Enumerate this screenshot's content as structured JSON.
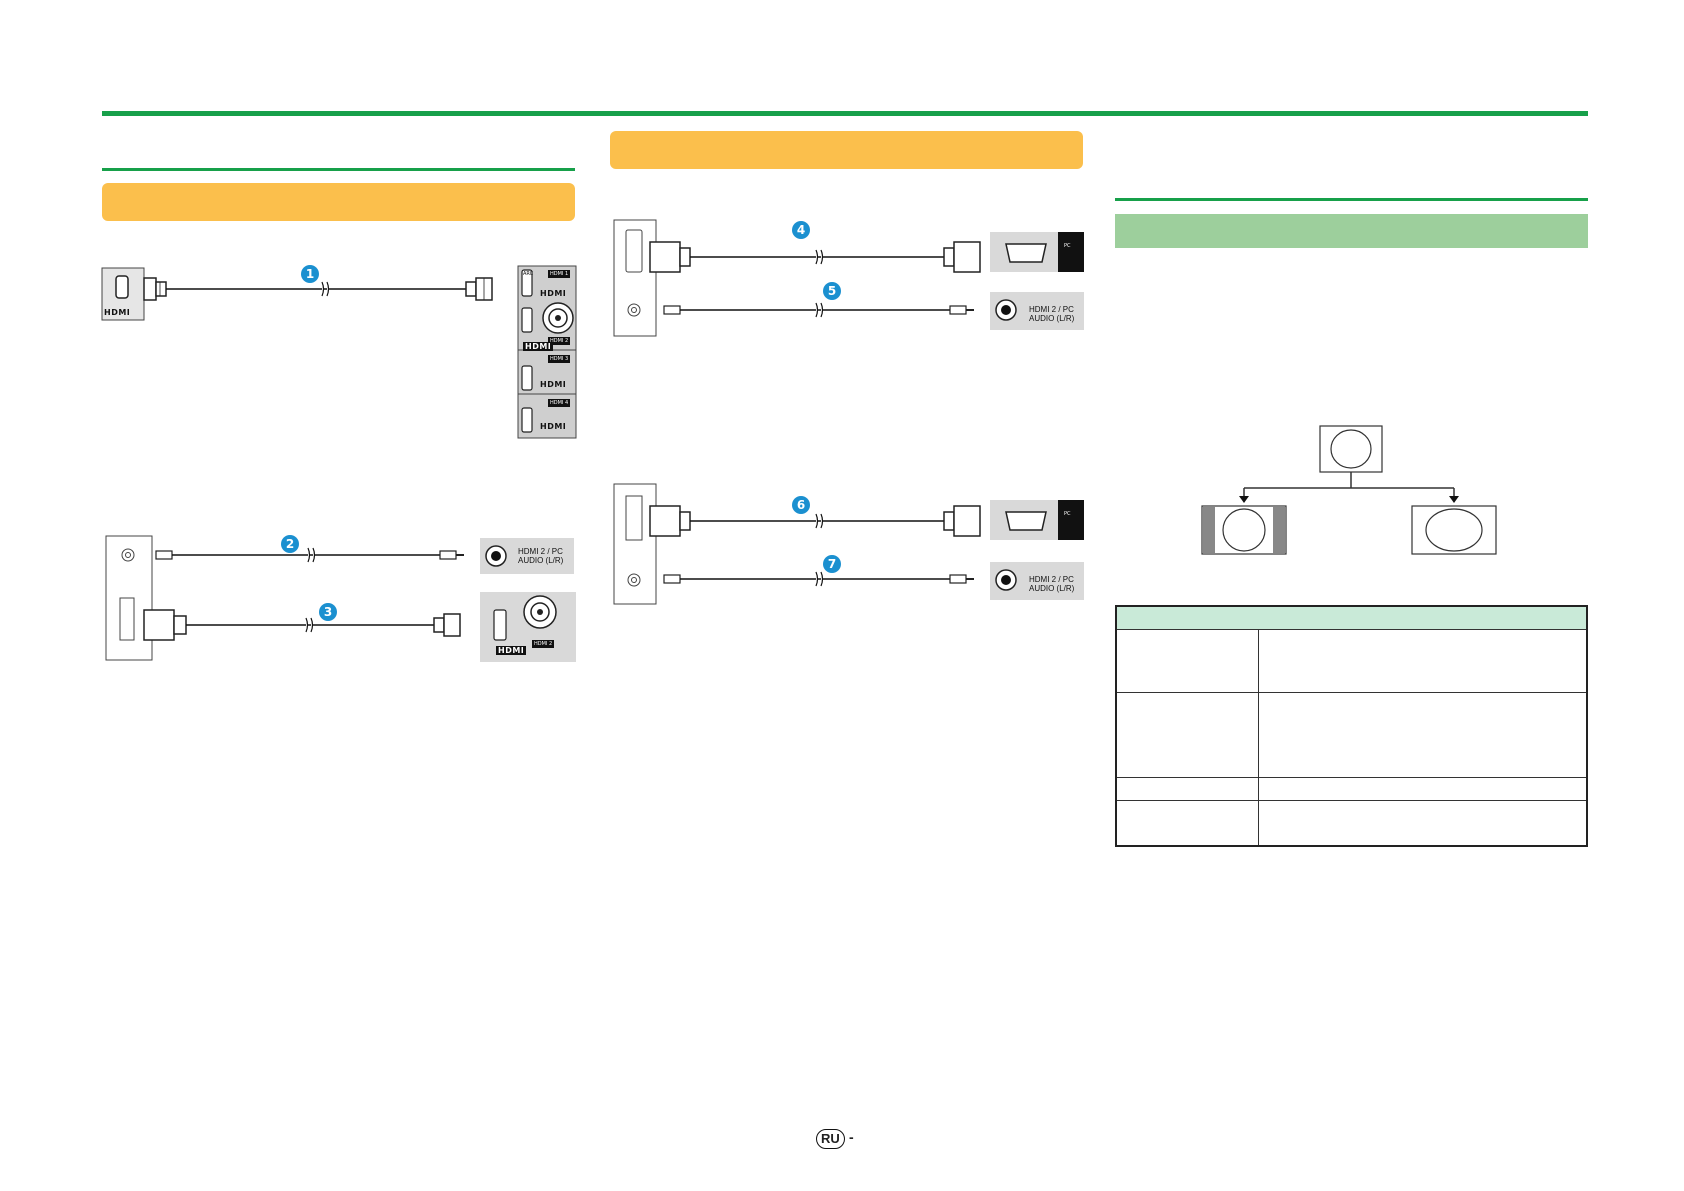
{
  "connections": {
    "badges": [
      "1",
      "2",
      "3",
      "4",
      "5",
      "6",
      "7"
    ],
    "hdmi_text": "HDMI",
    "audio_port_label_line1": "HDMI 2 / PC",
    "audio_port_label_line2": "AUDIO (L/R)",
    "pc_tag": "PC",
    "arc_tag": "ARC",
    "hdmi_ports": [
      "HDMI 1",
      "HDMI 2",
      "HDMI 3",
      "HDMI 4"
    ]
  },
  "footer": {
    "lang_badge": "RU",
    "page_suffix": "-"
  },
  "colors": {
    "green_rule": "#17a04a",
    "orange_bar": "#fbbf4c",
    "mint_bar": "#9dcf9c",
    "badge_blue": "#1b90d0",
    "table_header": "#c9ead8"
  }
}
